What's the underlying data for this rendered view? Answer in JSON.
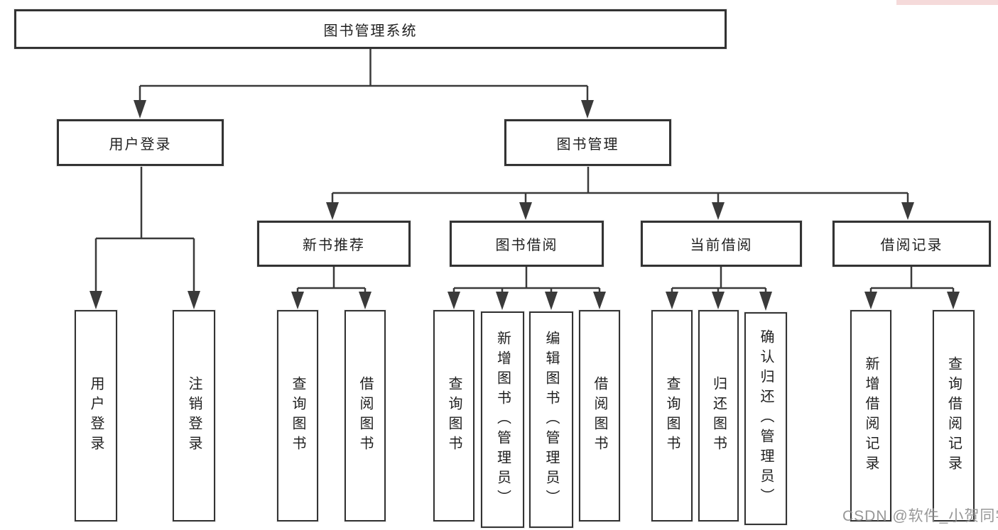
{
  "nodes": {
    "root": "图书管理系统",
    "level2": {
      "user_login": "用户登录",
      "book_management": "图书管理"
    },
    "level3": {
      "new_book_recommend": "新书推荐",
      "book_borrow": "图书借阅",
      "current_borrow": "当前借阅",
      "borrow_records": "借阅记录"
    },
    "leaves": {
      "user_login": [
        "用户登录",
        "注销登录"
      ],
      "new_book_recommend": [
        "查询图书",
        "借阅图书"
      ],
      "book_borrow": [
        "查询图书",
        "新增图书（管理员）",
        "编辑图书（管理员）",
        "借阅图书"
      ],
      "current_borrow": [
        "查询图书",
        "归还图书",
        "确认归还（管理员）"
      ],
      "borrow_records": [
        "新增借阅记录",
        "查询借阅记录"
      ]
    }
  },
  "watermark": "CSDN @软件_小贺同学",
  "colors": {
    "line": "#3a3a3a",
    "border": "#333333",
    "text": "#1f1f1f",
    "background": "#ffffff",
    "watermark": "#8f8f8f"
  }
}
